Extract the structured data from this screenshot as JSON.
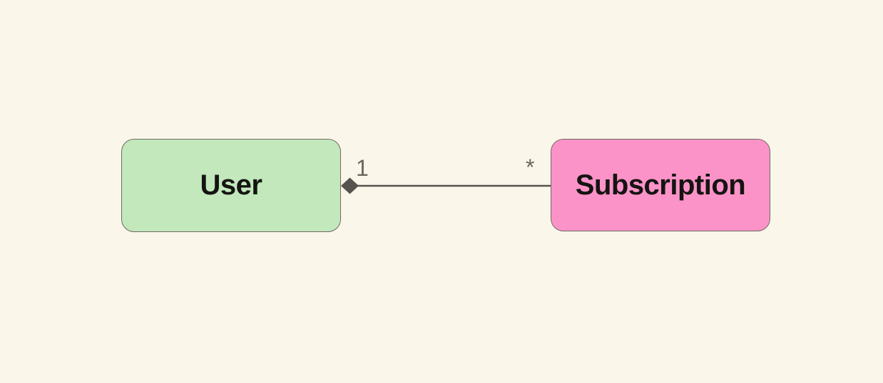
{
  "diagram": {
    "background_color": "#FAF6E9",
    "nodes": [
      {
        "id": "user",
        "label": "User",
        "fill_color": "#C2E8BC",
        "border_color": "#6F6A64"
      },
      {
        "id": "subscription",
        "label": "Subscription",
        "fill_color": "#FC93C8",
        "border_color": "#6F6A64"
      }
    ],
    "edge": {
      "from": "User",
      "to": "Subscription",
      "diamond_style": "filled",
      "line_color": "#57524D",
      "source_multiplicity": "1",
      "target_multiplicity": "*",
      "label_color": "#6B6660"
    }
  }
}
